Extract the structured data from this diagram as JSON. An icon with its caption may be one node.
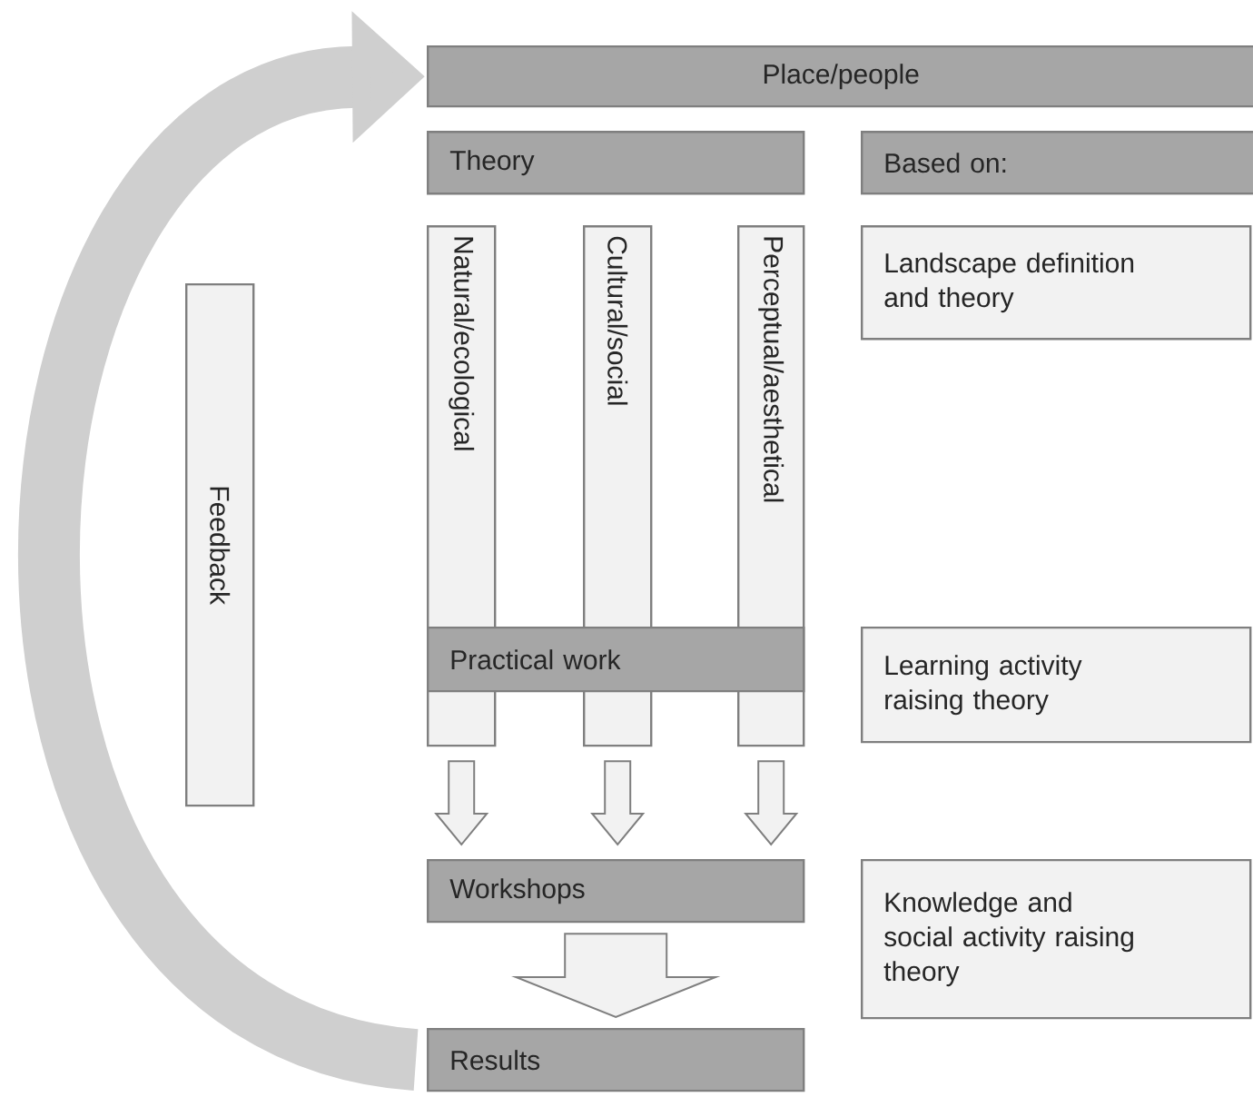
{
  "diagram": {
    "nodes": [
      {
        "text": [
          "Place/people"
        ]
      },
      {
        "text": [
          "Theory"
        ]
      },
      {
        "text": [
          "Based on:"
        ]
      },
      {
        "text": [
          "Natural/ecological"
        ]
      },
      {
        "text": [
          "Cultural/social"
        ]
      },
      {
        "text": [
          "Perceptual/aesthetical"
        ]
      },
      {
        "text": [
          "Landscape definition and theory"
        ]
      },
      {
        "text": [
          "Feedback"
        ]
      },
      {
        "text": [
          "Practical work"
        ]
      },
      {
        "text": [
          "Learning activity raising theory"
        ]
      },
      {
        "text": [
          "Workshops"
        ]
      },
      {
        "text": [
          "Knowledge and social activity raising theory"
        ]
      },
      {
        "text": [
          "Results"
        ]
      }
    ],
    "edges": [
      {
        "from": 3,
        "to": 10,
        "arrow": "to"
      },
      {
        "from": 4,
        "to": 10,
        "arrow": "to"
      },
      {
        "from": 5,
        "to": 10,
        "arrow": "to"
      },
      {
        "from": 10,
        "to": 12,
        "arrow": "to"
      },
      {
        "from": 12,
        "to": 0,
        "arrow": "to"
      }
    ]
  }
}
